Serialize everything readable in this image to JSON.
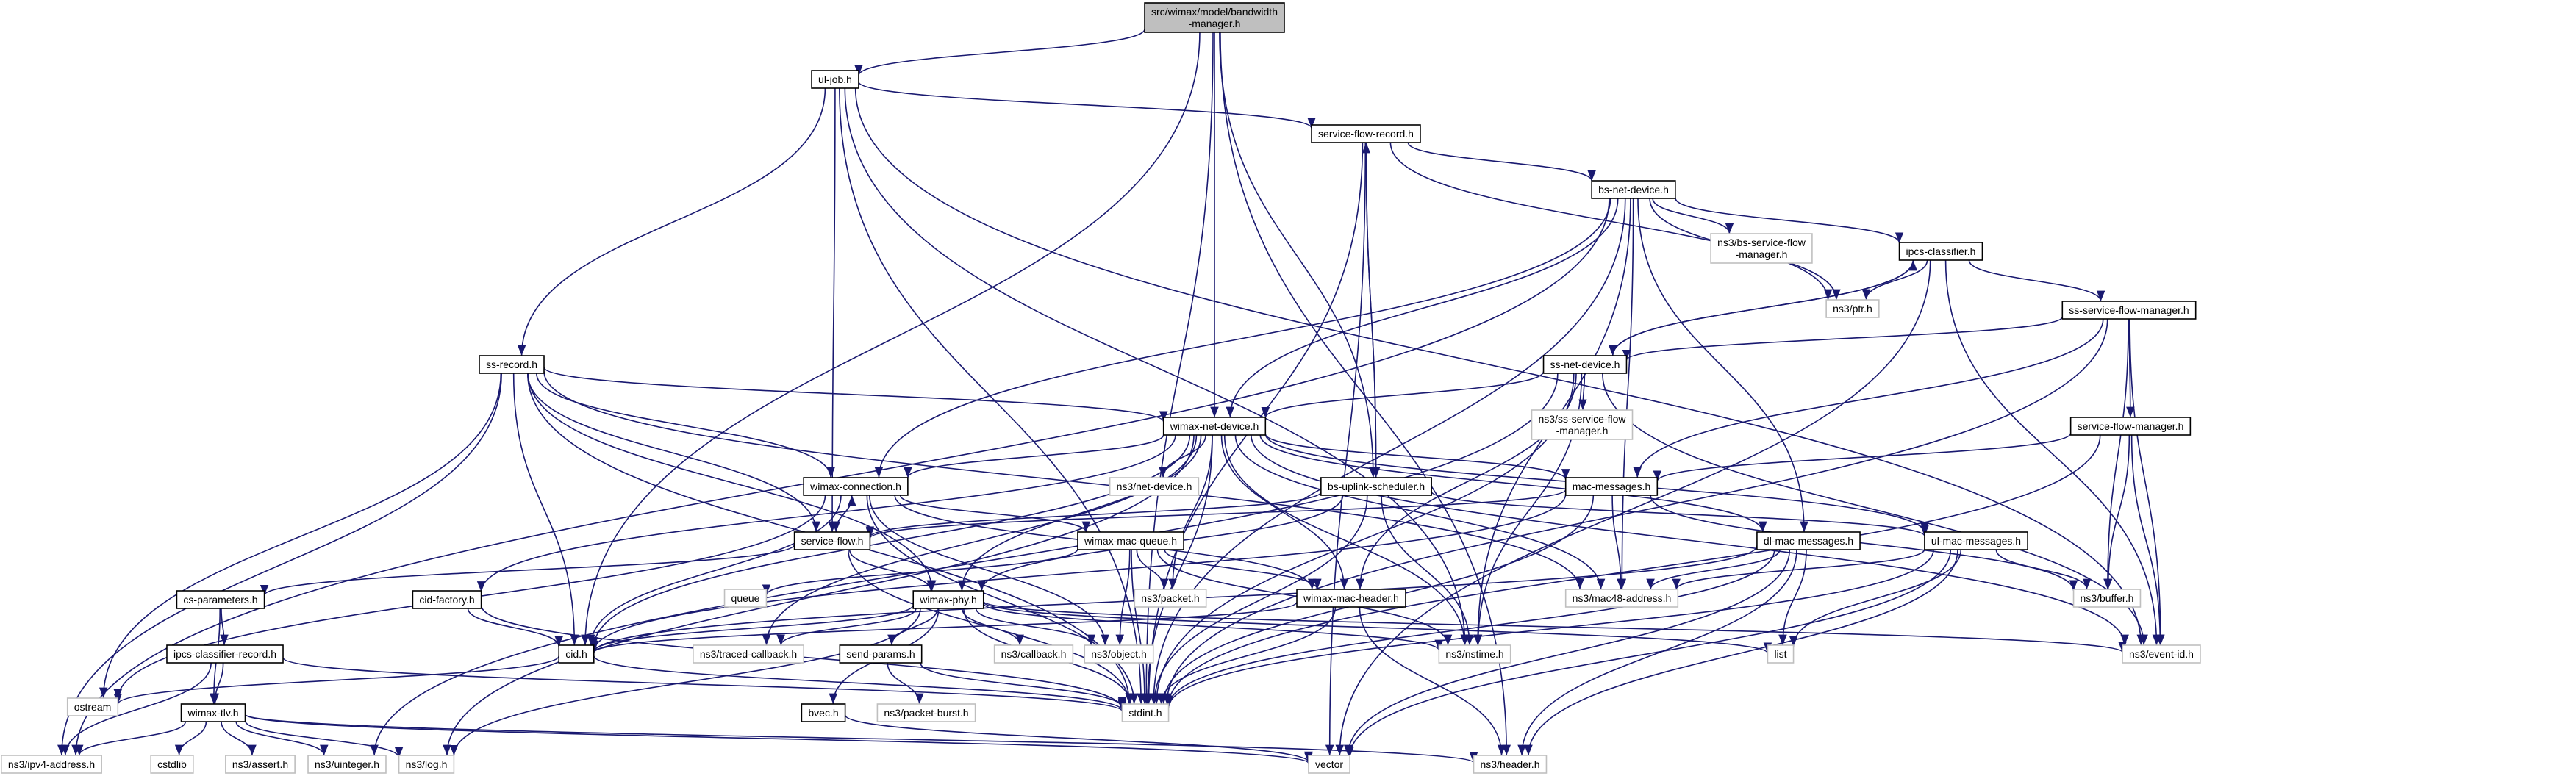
{
  "nodes": [
    {
      "id": "root",
      "label": "src/wimax/model/bandwidth\n-manager.h",
      "kind": "root"
    },
    {
      "id": "uljob",
      "label": "ul-job.h",
      "kind": "doc"
    },
    {
      "id": "sfrecord",
      "label": "service-flow-record.h",
      "kind": "doc"
    },
    {
      "id": "bsnetdev",
      "label": "bs-net-device.h",
      "kind": "doc"
    },
    {
      "id": "bssfm",
      "label": "ns3/bs-service-flow\n-manager.h",
      "kind": "ext"
    },
    {
      "id": "ipcscls",
      "label": "ipcs-classifier.h",
      "kind": "doc"
    },
    {
      "id": "ptr",
      "label": "ns3/ptr.h",
      "kind": "ext"
    },
    {
      "id": "sssfm",
      "label": "ss-service-flow-manager.h",
      "kind": "doc"
    },
    {
      "id": "ssrecord",
      "label": "ss-record.h",
      "kind": "doc"
    },
    {
      "id": "ssnetdev",
      "label": "ss-net-device.h",
      "kind": "doc"
    },
    {
      "id": "nsssfm",
      "label": "ns3/ss-service-flow\n-manager.h",
      "kind": "ext"
    },
    {
      "id": "wimaxnetdev",
      "label": "wimax-net-device.h",
      "kind": "doc"
    },
    {
      "id": "netdevice",
      "label": "ns3/net-device.h",
      "kind": "ext"
    },
    {
      "id": "sfm",
      "label": "service-flow-manager.h",
      "kind": "doc"
    },
    {
      "id": "macmsg",
      "label": "mac-messages.h",
      "kind": "doc"
    },
    {
      "id": "wimaxconn",
      "label": "wimax-connection.h",
      "kind": "doc"
    },
    {
      "id": "bsulsched",
      "label": "bs-uplink-scheduler.h",
      "kind": "doc"
    },
    {
      "id": "serviceflow",
      "label": "service-flow.h",
      "kind": "doc"
    },
    {
      "id": "dlmac",
      "label": "dl-mac-messages.h",
      "kind": "doc"
    },
    {
      "id": "ulmac",
      "label": "ul-mac-messages.h",
      "kind": "doc"
    },
    {
      "id": "wimaxmacq",
      "label": "wimax-mac-queue.h",
      "kind": "doc"
    },
    {
      "id": "csparams",
      "label": "cs-parameters.h",
      "kind": "doc"
    },
    {
      "id": "cidfactory",
      "label": "cid-factory.h",
      "kind": "doc"
    },
    {
      "id": "queue",
      "label": "queue",
      "kind": "ext"
    },
    {
      "id": "packet",
      "label": "ns3/packet.h",
      "kind": "ext"
    },
    {
      "id": "wimaxmachdr",
      "label": "wimax-mac-header.h",
      "kind": "doc"
    },
    {
      "id": "mac48",
      "label": "ns3/mac48-address.h",
      "kind": "ext"
    },
    {
      "id": "buffer",
      "label": "ns3/buffer.h",
      "kind": "ext"
    },
    {
      "id": "ipcsclsrec",
      "label": "ipcs-classifier-record.h",
      "kind": "doc"
    },
    {
      "id": "wimaxphy",
      "label": "wimax-phy.h",
      "kind": "doc"
    },
    {
      "id": "cid",
      "label": "cid.h",
      "kind": "doc"
    },
    {
      "id": "traced",
      "label": "ns3/traced-callback.h",
      "kind": "ext"
    },
    {
      "id": "sendparams",
      "label": "send-params.h",
      "kind": "doc"
    },
    {
      "id": "callback",
      "label": "ns3/callback.h",
      "kind": "ext"
    },
    {
      "id": "object",
      "label": "ns3/object.h",
      "kind": "ext"
    },
    {
      "id": "nstime",
      "label": "ns3/nstime.h",
      "kind": "ext"
    },
    {
      "id": "list",
      "label": "list",
      "kind": "ext"
    },
    {
      "id": "eventid",
      "label": "ns3/event-id.h",
      "kind": "ext"
    },
    {
      "id": "ostream",
      "label": "ostream",
      "kind": "ext"
    },
    {
      "id": "wimaxtlv",
      "label": "wimax-tlv.h",
      "kind": "doc"
    },
    {
      "id": "bvec",
      "label": "bvec.h",
      "kind": "doc"
    },
    {
      "id": "pktburst",
      "label": "ns3/packet-burst.h",
      "kind": "ext"
    },
    {
      "id": "stdint",
      "label": "stdint.h",
      "kind": "ext"
    },
    {
      "id": "ipv4",
      "label": "ns3/ipv4-address.h",
      "kind": "ext"
    },
    {
      "id": "cstdlib",
      "label": "cstdlib",
      "kind": "ext"
    },
    {
      "id": "assert",
      "label": "ns3/assert.h",
      "kind": "ext"
    },
    {
      "id": "uinteger",
      "label": "ns3/uinteger.h",
      "kind": "ext"
    },
    {
      "id": "log",
      "label": "ns3/log.h",
      "kind": "ext"
    },
    {
      "id": "vector",
      "label": "vector",
      "kind": "ext"
    },
    {
      "id": "header",
      "label": "ns3/header.h",
      "kind": "ext"
    }
  ],
  "edges": [
    [
      "root",
      "uljob"
    ],
    [
      "root",
      "wimaxnetdev"
    ],
    [
      "root",
      "bsulsched"
    ],
    [
      "root",
      "cid"
    ],
    [
      "root",
      "stdint"
    ],
    [
      "root",
      "header"
    ],
    [
      "uljob",
      "sfrecord"
    ],
    [
      "uljob",
      "ssrecord"
    ],
    [
      "uljob",
      "serviceflow"
    ],
    [
      "uljob",
      "stdint"
    ],
    [
      "uljob",
      "nstime"
    ],
    [
      "uljob",
      "eventid"
    ],
    [
      "sfrecord",
      "bsnetdev"
    ],
    [
      "sfrecord",
      "ptr"
    ],
    [
      "sfrecord",
      "stdint"
    ],
    [
      "sfrecord",
      "bsulsched"
    ],
    [
      "sfrecord",
      "vector"
    ],
    [
      "bsnetdev",
      "bssfm"
    ],
    [
      "bsnetdev",
      "ipcscls"
    ],
    [
      "bsnetdev",
      "ptr"
    ],
    [
      "bsnetdev",
      "wimaxnetdev"
    ],
    [
      "bsnetdev",
      "wimaxconn"
    ],
    [
      "bsnetdev",
      "mac48"
    ],
    [
      "bsnetdev",
      "dlmac"
    ],
    [
      "bsnetdev",
      "nstime"
    ],
    [
      "bsnetdev",
      "ipv4"
    ],
    [
      "bsnetdev",
      "stdint"
    ],
    [
      "ipcscls",
      "ptr"
    ],
    [
      "ipcscls",
      "sssfm"
    ],
    [
      "ipcscls",
      "ssnetdev"
    ],
    [
      "ipcscls",
      "eventid"
    ],
    [
      "ipcscls",
      "vector"
    ],
    [
      "sssfm",
      "ssnetdev"
    ],
    [
      "sssfm",
      "sfm"
    ],
    [
      "sssfm",
      "macmsg"
    ],
    [
      "sssfm",
      "buffer"
    ],
    [
      "sssfm",
      "eventid"
    ],
    [
      "sssfm",
      "stdint"
    ],
    [
      "ssrecord",
      "wimaxnetdev"
    ],
    [
      "ssrecord",
      "wimaxconn"
    ],
    [
      "ssrecord",
      "serviceflow"
    ],
    [
      "ssrecord",
      "ipv4"
    ],
    [
      "ssrecord",
      "ostream"
    ],
    [
      "ssrecord",
      "stdint"
    ],
    [
      "ssrecord",
      "mac48"
    ],
    [
      "ssrecord",
      "wimaxphy"
    ],
    [
      "ssrecord",
      "cid"
    ],
    [
      "ssnetdev",
      "ipcscls"
    ],
    [
      "ssnetdev",
      "nsssfm"
    ],
    [
      "ssnetdev",
      "wimaxnetdev"
    ],
    [
      "ssnetdev",
      "nstime"
    ],
    [
      "ssnetdev",
      "wimaxmachdr"
    ],
    [
      "ssnetdev",
      "eventid"
    ],
    [
      "ssnetdev",
      "uinteger"
    ],
    [
      "ssnetdev",
      "stdint"
    ],
    [
      "wimaxnetdev",
      "netdevice"
    ],
    [
      "wimaxnetdev",
      "packet"
    ],
    [
      "wimaxnetdev",
      "macmsg"
    ],
    [
      "wimaxnetdev",
      "dlmac"
    ],
    [
      "wimaxnetdev",
      "ulmac"
    ],
    [
      "wimaxnetdev",
      "wimaxconn"
    ],
    [
      "wimaxnetdev",
      "cidfactory"
    ],
    [
      "wimaxnetdev",
      "wimaxphy"
    ],
    [
      "wimaxnetdev",
      "traced"
    ],
    [
      "wimaxnetdev",
      "nstime"
    ],
    [
      "wimaxnetdev",
      "mac48"
    ],
    [
      "wimaxnetdev",
      "wimaxmachdr"
    ],
    [
      "wimaxnetdev",
      "eventid"
    ],
    [
      "wimaxnetdev",
      "log"
    ],
    [
      "wimaxnetdev",
      "stdint"
    ],
    [
      "wimaxnetdev",
      "cid"
    ],
    [
      "sfm",
      "macmsg"
    ],
    [
      "sfm",
      "buffer"
    ],
    [
      "sfm",
      "eventid"
    ],
    [
      "sfm",
      "stdint"
    ],
    [
      "macmsg",
      "serviceflow"
    ],
    [
      "macmsg",
      "mac48"
    ],
    [
      "macmsg",
      "buffer"
    ],
    [
      "macmsg",
      "stdint"
    ],
    [
      "macmsg",
      "cid"
    ],
    [
      "wimaxconn",
      "serviceflow"
    ],
    [
      "wimaxconn",
      "wimaxmacq"
    ],
    [
      "wimaxconn",
      "cid"
    ],
    [
      "wimaxconn",
      "object"
    ],
    [
      "wimaxconn",
      "stdint"
    ],
    [
      "wimaxconn",
      "ostream"
    ],
    [
      "wimaxconn",
      "wimaxmachdr"
    ],
    [
      "bsulsched",
      "sfrecord"
    ],
    [
      "bsulsched",
      "serviceflow"
    ],
    [
      "bsulsched",
      "nstime"
    ],
    [
      "bsulsched",
      "ulmac"
    ],
    [
      "bsulsched",
      "wimaxphy"
    ],
    [
      "bsulsched",
      "stdint"
    ],
    [
      "serviceflow",
      "wimaxconn"
    ],
    [
      "serviceflow",
      "csparams"
    ],
    [
      "serviceflow",
      "wimaxphy"
    ],
    [
      "serviceflow",
      "stdint"
    ],
    [
      "dlmac",
      "mac48"
    ],
    [
      "dlmac",
      "list"
    ],
    [
      "dlmac",
      "vector"
    ],
    [
      "dlmac",
      "header"
    ],
    [
      "dlmac",
      "stdint"
    ],
    [
      "dlmac",
      "cid"
    ],
    [
      "ulmac",
      "buffer"
    ],
    [
      "ulmac",
      "list"
    ],
    [
      "ulmac",
      "vector"
    ],
    [
      "ulmac",
      "header"
    ],
    [
      "ulmac",
      "stdint"
    ],
    [
      "ulmac",
      "mac48"
    ],
    [
      "wimaxmacq",
      "queue"
    ],
    [
      "wimaxmacq",
      "packet"
    ],
    [
      "wimaxmacq",
      "wimaxmachdr"
    ],
    [
      "wimaxmacq",
      "object"
    ],
    [
      "wimaxmacq",
      "nstime"
    ],
    [
      "wimaxmacq",
      "stdint"
    ],
    [
      "csparams",
      "ipcsclsrec"
    ],
    [
      "csparams",
      "wimaxtlv"
    ],
    [
      "cidfactory",
      "cid"
    ],
    [
      "cidfactory",
      "stdint"
    ],
    [
      "wimaxmachdr",
      "cid"
    ],
    [
      "wimaxmachdr",
      "header"
    ],
    [
      "wimaxmachdr",
      "stdint"
    ],
    [
      "ipcsclsrec",
      "wimaxtlv"
    ],
    [
      "ipcsclsrec",
      "ipv4"
    ],
    [
      "ipcsclsrec",
      "stdint"
    ],
    [
      "wimaxphy",
      "cid"
    ],
    [
      "wimaxphy",
      "traced"
    ],
    [
      "wimaxphy",
      "sendparams"
    ],
    [
      "wimaxphy",
      "callback"
    ],
    [
      "wimaxphy",
      "object"
    ],
    [
      "wimaxphy",
      "nstime"
    ],
    [
      "wimaxphy",
      "list"
    ],
    [
      "wimaxphy",
      "eventid"
    ],
    [
      "wimaxphy",
      "bvec"
    ],
    [
      "wimaxphy",
      "log"
    ],
    [
      "wimaxphy",
      "stdint"
    ],
    [
      "cid",
      "stdint"
    ],
    [
      "cid",
      "ostream"
    ],
    [
      "sendparams",
      "pktburst"
    ],
    [
      "sendparams",
      "stdint"
    ],
    [
      "bvec",
      "vector"
    ],
    [
      "wimaxtlv",
      "cstdlib"
    ],
    [
      "wimaxtlv",
      "assert"
    ],
    [
      "wimaxtlv",
      "uinteger"
    ],
    [
      "wimaxtlv",
      "log"
    ],
    [
      "wimaxtlv",
      "ipv4"
    ],
    [
      "wimaxtlv",
      "vector"
    ],
    [
      "wimaxtlv",
      "header"
    ]
  ]
}
